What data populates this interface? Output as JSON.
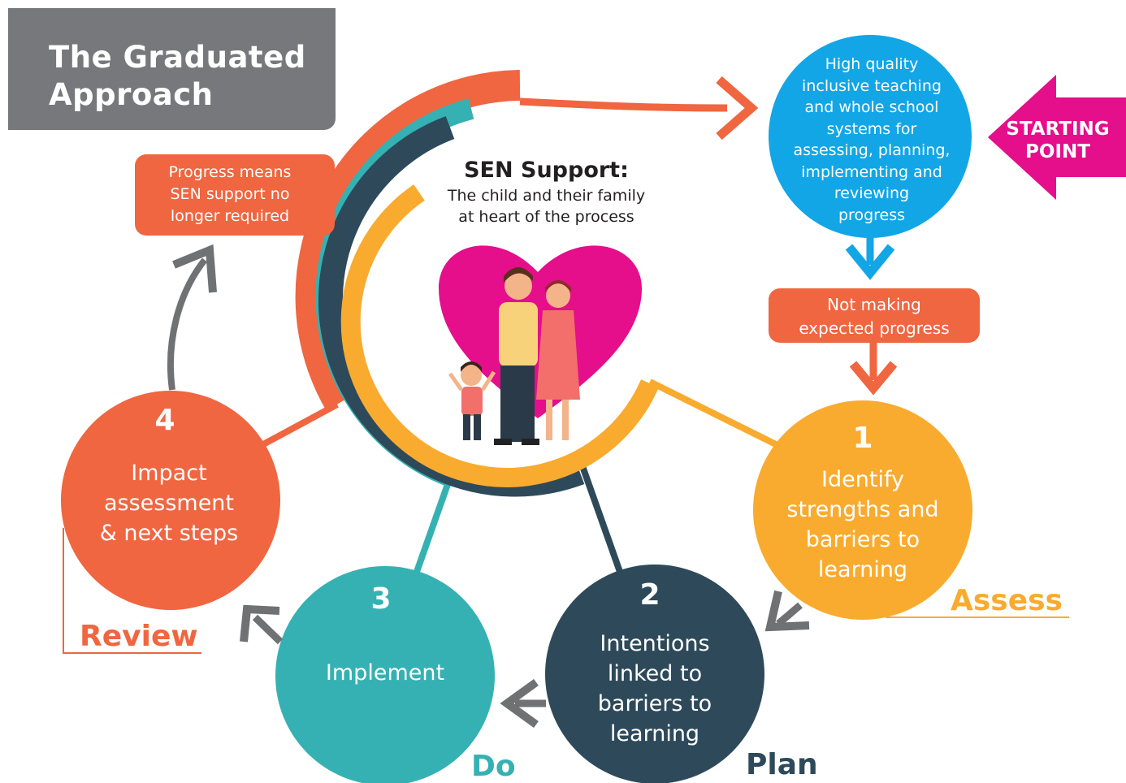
{
  "title": {
    "line1": "The Graduated",
    "line2": "Approach"
  },
  "starting_point": {
    "line1": "STARTING",
    "line2": "POINT"
  },
  "quality_teaching": {
    "lines": [
      "High quality",
      "inclusive teaching",
      "and whole school",
      "systems for",
      "assessing, planning,",
      "implementing and",
      "reviewing",
      "progress"
    ]
  },
  "not_making_progress": {
    "line1": "Not making",
    "line2": "expected progress"
  },
  "progress_means": {
    "lines": [
      "Progress means",
      "SEN support no",
      "longer required"
    ]
  },
  "centre": {
    "heading": "SEN Support:",
    "sub_line1": "The child and their family",
    "sub_line2": "at heart of the process",
    "icon": "family-heart-illustration"
  },
  "steps": [
    {
      "number": "1",
      "lines": [
        "Identify",
        "strengths and",
        "barriers to",
        "learning"
      ],
      "stage": "Assess"
    },
    {
      "number": "2",
      "lines": [
        "Intentions",
        "linked to",
        "barriers to",
        "learning"
      ],
      "stage": "Plan"
    },
    {
      "number": "3",
      "lines": [
        "Implement"
      ],
      "stage": "Do"
    },
    {
      "number": "4",
      "lines": [
        "Impact",
        "assessment",
        "& next steps"
      ],
      "stage": "Review"
    }
  ],
  "colors": {
    "orange": "#ef6640",
    "teal": "#35b1b3",
    "navy": "#2e4a5a",
    "amber": "#f9ab2f",
    "blue": "#12a6e7",
    "magenta": "#e50e8b",
    "grey": "#77787b",
    "arrow_grey": "#6f7173"
  }
}
